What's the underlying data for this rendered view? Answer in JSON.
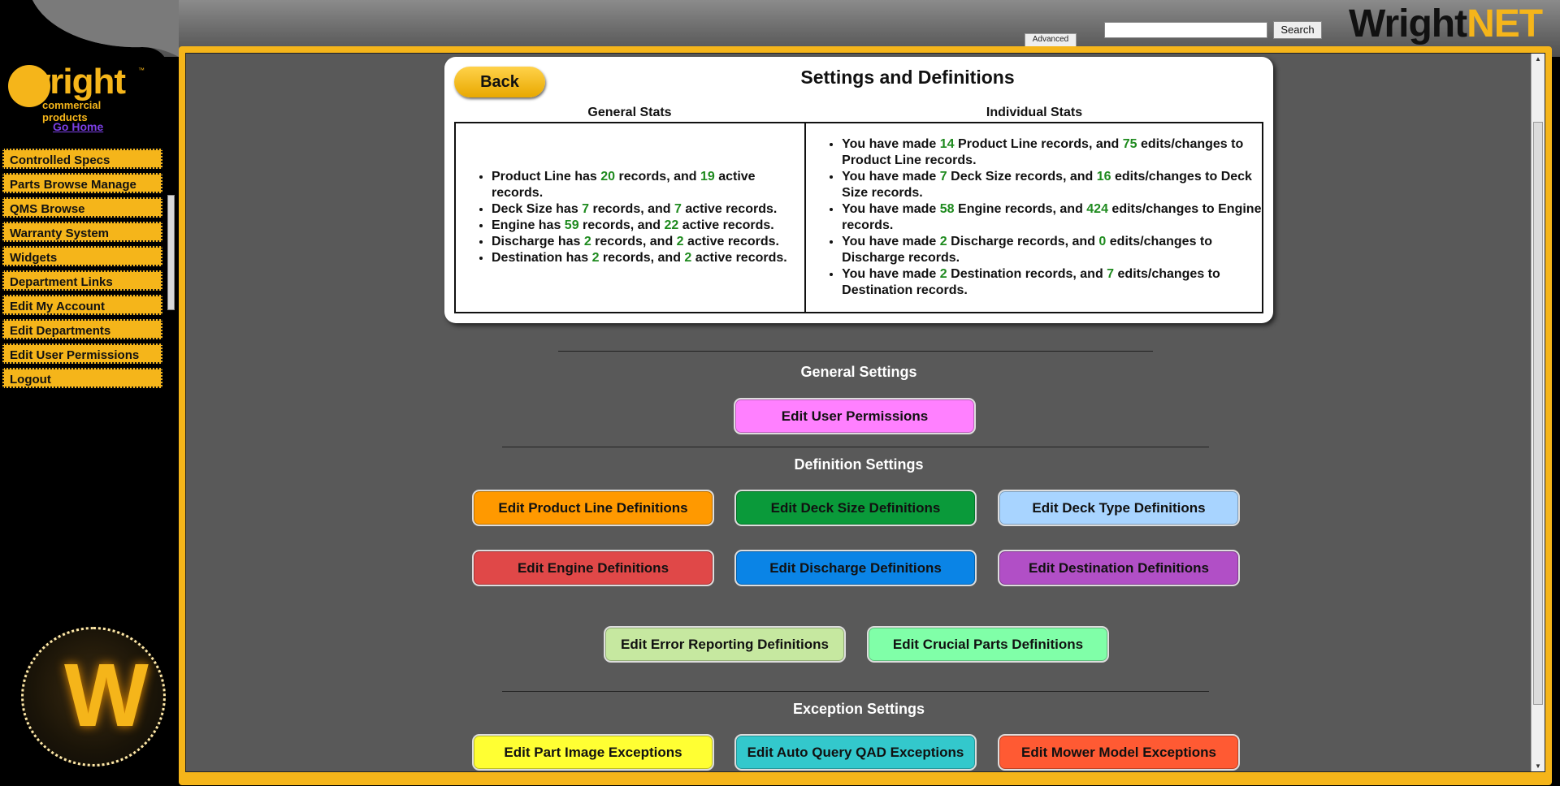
{
  "header": {
    "advanced_label": "Advanced",
    "search_placeholder": "",
    "search_label": "Search",
    "brand_part1": "Wright",
    "brand_part2": "NET"
  },
  "sidebar": {
    "logo_text": "wright",
    "logo_sub": "commercial products",
    "logo_tm": "™",
    "go_home": "Go Home",
    "badge_letter": "W",
    "items": [
      {
        "label": "Controlled Specs"
      },
      {
        "label": "Parts Browse Manage"
      },
      {
        "label": "QMS Browse"
      },
      {
        "label": "Warranty System"
      },
      {
        "label": "Widgets"
      },
      {
        "label": "Department Links"
      },
      {
        "label": "Edit My Account"
      },
      {
        "label": "Edit Departments"
      },
      {
        "label": "Edit User Permissions"
      },
      {
        "label": "Logout"
      }
    ]
  },
  "card": {
    "back_label": "Back",
    "title": "Settings and Definitions",
    "general_head": "General Stats",
    "individual_head": "Individual Stats",
    "general": [
      {
        "name": "Product Line",
        "records": "20",
        "active": "19"
      },
      {
        "name": "Deck Size",
        "records": "7",
        "active": "7"
      },
      {
        "name": "Engine",
        "records": "59",
        "active": "22"
      },
      {
        "name": "Discharge",
        "records": "2",
        "active": "2"
      },
      {
        "name": "Destination",
        "records": "2",
        "active": "2"
      }
    ],
    "individual": [
      {
        "name": "Product Line",
        "made": "14",
        "edits": "75"
      },
      {
        "name": "Deck Size",
        "made": "7",
        "edits": "16"
      },
      {
        "name": "Engine",
        "made": "58",
        "edits": "424"
      },
      {
        "name": "Discharge",
        "made": "2",
        "edits": "0"
      },
      {
        "name": "Destination",
        "made": "2",
        "edits": "7"
      }
    ],
    "text": {
      "has": " has ",
      "records_and": " records, and ",
      "active_records": " active records.",
      "you_made": "You have made ",
      "records_and_short": " records, and ",
      "edits_to": " edits/changes to ",
      "records_end": " records."
    }
  },
  "sections": {
    "general_title": "General Settings",
    "definition_title": "Definition Settings",
    "exception_title": "Exception Settings"
  },
  "buttons": {
    "edit_user_permissions": {
      "label": "Edit User Permissions",
      "color": "#ff80ff"
    },
    "product_line": {
      "label": "Edit Product Line Definitions",
      "color": "#ff9900"
    },
    "deck_size": {
      "label": "Edit Deck Size Definitions",
      "color": "#0a9a3a"
    },
    "deck_type": {
      "label": "Edit Deck Type Definitions",
      "color": "#a8d4ff"
    },
    "engine": {
      "label": "Edit Engine Definitions",
      "color": "#e04848"
    },
    "discharge": {
      "label": "Edit Discharge Definitions",
      "color": "#0a84e6"
    },
    "destination": {
      "label": "Edit Destination Definitions",
      "color": "#b14fc6"
    },
    "error_reporting": {
      "label": "Edit Error Reporting Definitions",
      "color": "#c6e8a0"
    },
    "crucial_parts": {
      "label": "Edit Crucial Parts Definitions",
      "color": "#80ffa8"
    },
    "part_image": {
      "label": "Edit Part Image Exceptions",
      "color": "#ffff33"
    },
    "auto_query": {
      "label": "Edit Auto Query QAD Exceptions",
      "color": "#33c8cc"
    },
    "mower_model": {
      "label": "Edit Mower Model Exceptions",
      "color": "#ff5a33"
    }
  }
}
